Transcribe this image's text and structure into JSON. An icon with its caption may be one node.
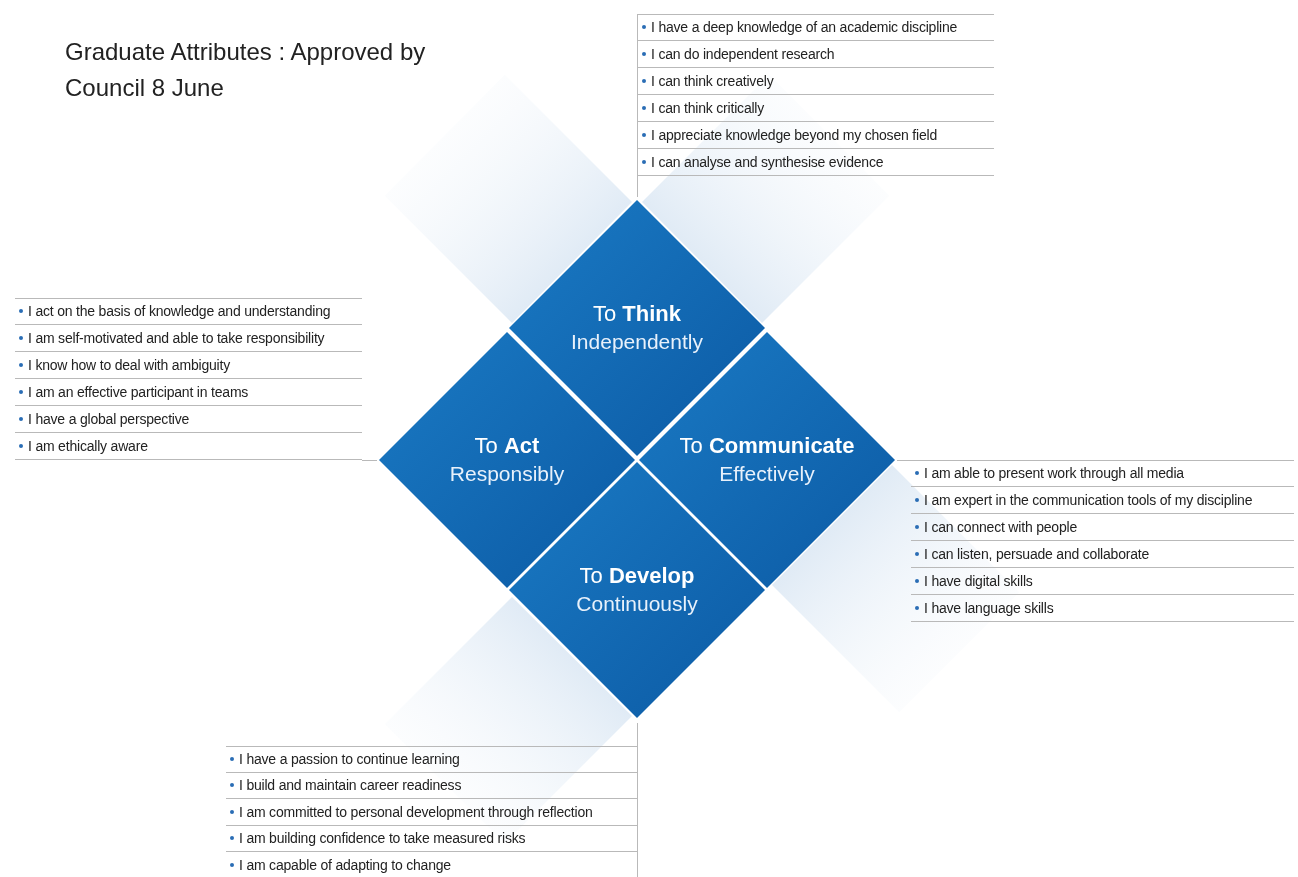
{
  "diagram": {
    "title": "Graduate Attributes : Approved by Council 8 June",
    "nodes": [
      {
        "text": [
          "To **Think**",
          "Independently"
        ],
        "beside": [
          "I have a deep knowledge of an academic discipline",
          "I can do independent research",
          "I can think creatively",
          "I can think critically",
          "I appreciate knowledge beyond my chosen field",
          "I can analyse and synthesise evidence"
        ]
      },
      {
        "text": [
          "To **Act**",
          "Responsibly"
        ],
        "beside": [
          "I act on the basis of knowledge and understanding",
          "I am self-motivated and able to take responsibility",
          "I know how to deal with ambiguity",
          "I am an effective participant in teams",
          "I have a global perspective",
          "I am ethically aware"
        ]
      },
      {
        "text": [
          "To **Communicate**",
          "Effectively"
        ],
        "beside": [
          "I am able to present work through all media",
          "I am expert in the communication tools of my discipline",
          "I can connect with people",
          "I can listen, persuade and collaborate",
          "I have digital skills",
          "I have language skills"
        ]
      },
      {
        "text": [
          "To **Develop**",
          "Continuously"
        ],
        "beside": [
          "I have a passion to continue learning",
          "I build and maintain career readiness",
          "I am committed to personal development through reflection",
          "I am building confidence to take measured risks",
          "I am capable of adapting to change"
        ]
      }
    ]
  }
}
